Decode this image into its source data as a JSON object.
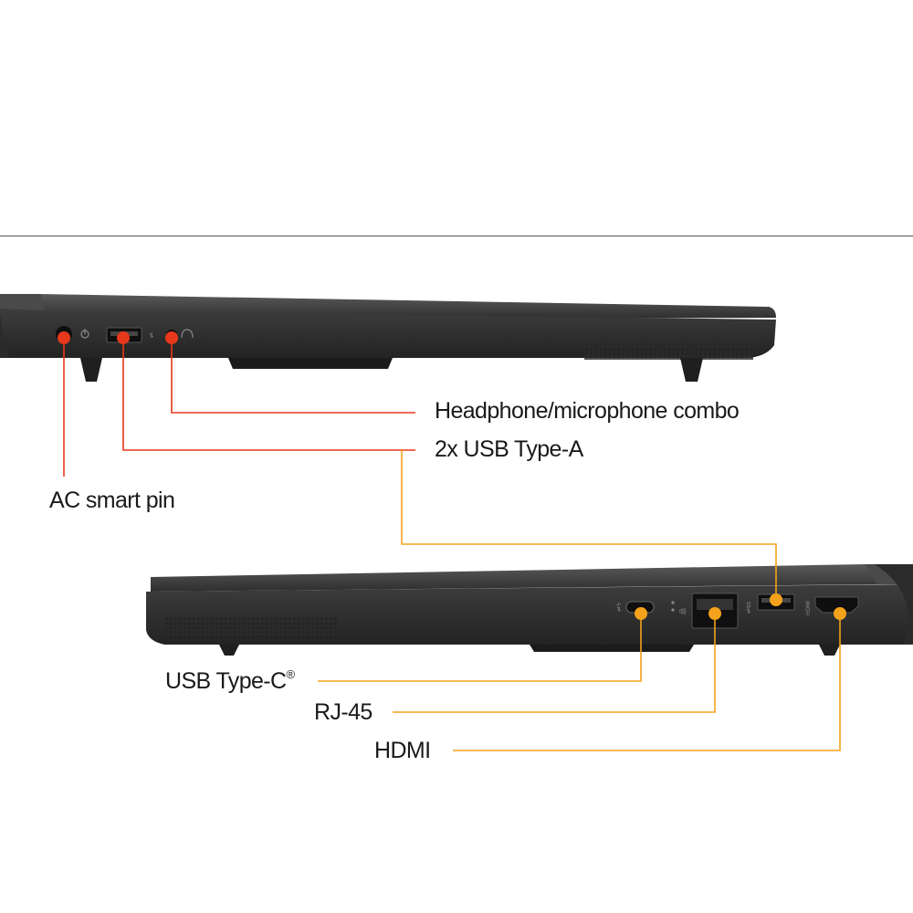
{
  "colors": {
    "callout_left": "#e8381c",
    "callout_right": "#f4a21c",
    "chassis": "#3a3a3a",
    "chassis_dark": "#1e1e1e"
  },
  "callouts": {
    "headphone": "Headphone/microphone combo",
    "usb_a": "2x USB Type-A",
    "ac_pin": "AC smart pin",
    "usb_c": "USB Type-C",
    "usb_c_mark": "®",
    "rj45": "RJ-45",
    "hdmi": "HDMI"
  },
  "icons": {
    "left_side": [
      "power-icon",
      "usb-icon",
      "headset-icon"
    ],
    "right_side": [
      "usb-c-icon",
      "network-icon",
      "usb-icon",
      "hdmi-icon"
    ]
  }
}
